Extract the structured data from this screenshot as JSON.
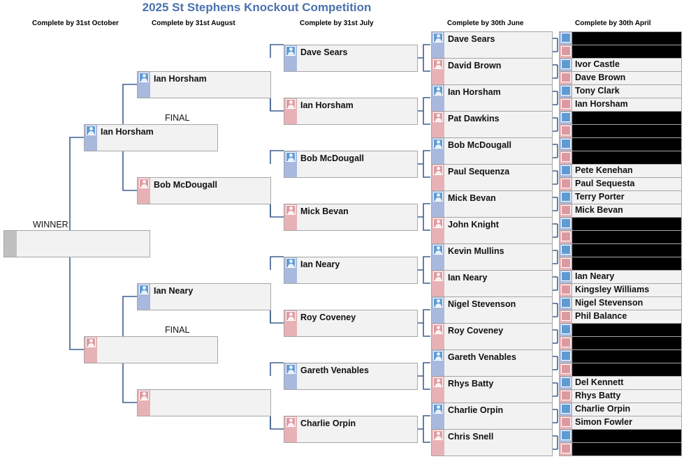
{
  "title": "2025 St Stephens Knockout Competition",
  "round_headers": {
    "october": "Complete by 31st October",
    "august": "Complete by 31st August",
    "july": "Complete by 31st July",
    "june": "Complete by 30th June",
    "april": "Complete by 30th April"
  },
  "labels": {
    "winner": "WINNER",
    "final_top": "FINAL",
    "final_bottom": "FINAL"
  },
  "winner": "",
  "final": [
    "Ian Horsham",
    ""
  ],
  "semis": [
    "Ian Horsham",
    "Bob McDougall",
    "Ian Neary",
    ""
  ],
  "quarters": [
    "Dave Sears",
    "Ian Horsham",
    "Bob McDougall",
    "Mick Bevan",
    "Ian Neary",
    "Roy Coveney",
    "Gareth Venables",
    "Charlie Orpin"
  ],
  "round2": [
    "Dave Sears",
    "David Brown",
    "Ian Horsham",
    "Pat Dawkins",
    "Bob McDougall",
    "Paul Sequenza",
    "Mick Bevan",
    "John Knight",
    "Kevin Mullins",
    "Ian Neary",
    "Nigel Stevenson",
    "Roy Coveney",
    "Gareth Venables",
    "Rhys Batty",
    "Charlie Orpin",
    "Chris Snell"
  ],
  "round1": [
    "",
    "",
    "Ivor Castle",
    "Dave Brown",
    "Tony Clark",
    "Ian Horsham",
    "",
    "",
    "",
    "",
    "Pete Kenehan",
    "Paul Sequesta",
    "Terry Porter",
    "Mick Bevan",
    "",
    "",
    "",
    "",
    "Ian Neary",
    "Kingsley Williams",
    "Nigel Stevenson",
    "Phil Balance",
    "",
    "",
    "",
    "",
    "Del Kennett",
    "Rhys Batty",
    "Charlie Orpin",
    "Simon Fowler",
    "",
    ""
  ],
  "round1_bye": [
    true,
    true,
    false,
    false,
    false,
    false,
    true,
    true,
    true,
    true,
    false,
    false,
    false,
    false,
    true,
    true,
    true,
    true,
    false,
    false,
    false,
    false,
    true,
    true,
    true,
    true,
    false,
    false,
    false,
    false,
    true,
    true
  ]
}
